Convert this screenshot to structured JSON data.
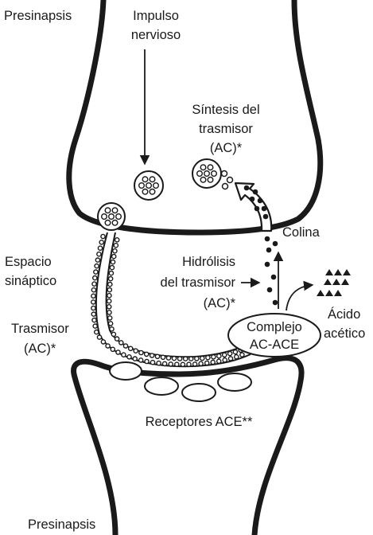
{
  "labels": {
    "presynapse_top": "Presinapsis",
    "impulse_line1": "Impulso",
    "impulse_line2": "nervioso",
    "synthesis_line1": "Síntesis del",
    "synthesis_line2": "trasmisor",
    "synthesis_line3": "(AC)*",
    "choline": "Colina",
    "cleft_line1": "Espacio",
    "cleft_line2": "sináptico",
    "hydrolysis_line1": "Hidrólisis",
    "hydrolysis_line2": "del trasmisor",
    "hydrolysis_line3": "(AC)*",
    "transmitter_line1": "Trasmisor",
    "transmitter_line2": "(AC)*",
    "complex_line1": "Complejo",
    "complex_line2": "AC-ACE",
    "acetic_line1": "Ácido",
    "acetic_line2": "acético",
    "receptors": "Receptores ACE**",
    "presynapse_bottom": "Presinapsis"
  },
  "colors": {
    "ink": "#1a1a1a",
    "background": "#ffffff"
  }
}
